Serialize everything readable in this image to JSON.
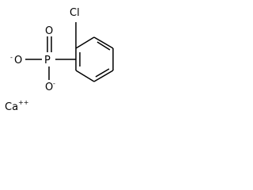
{
  "molecule": {
    "atoms": {
      "chlorine": "Cl",
      "phosphorus": "P",
      "oxygen_double": "O",
      "oxygen_left": "O",
      "oxygen_lower": "O",
      "calcium": "Ca"
    },
    "charges": {
      "oxygen_left": "-",
      "oxygen_lower": "-",
      "calcium": "++"
    }
  }
}
